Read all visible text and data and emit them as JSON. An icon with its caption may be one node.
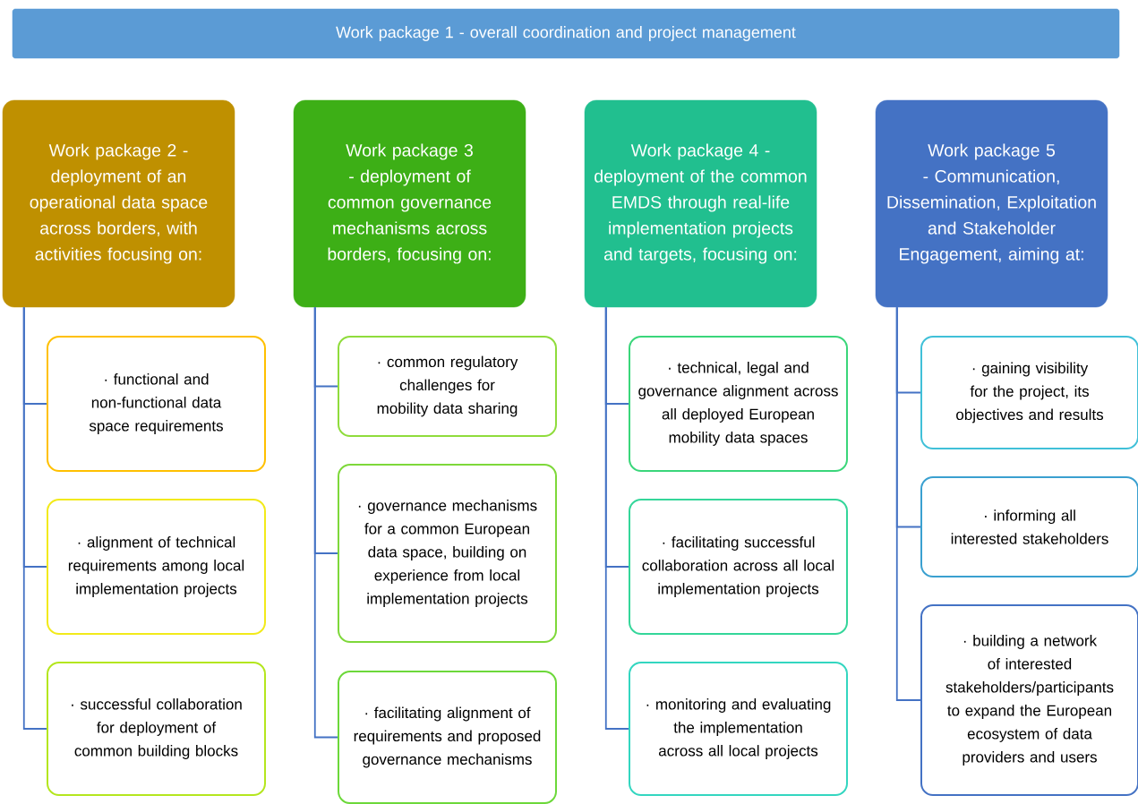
{
  "diagram": {
    "nodes": [
      {
        "text": [
          "Work package 1 - overall coordination and project management"
        ]
      },
      {
        "text": [
          "Work package 2 - deployment of an operational data space across borders, with activities focusing on:"
        ]
      },
      {
        "text": [
          "· functional and non-functional data space requirements"
        ]
      },
      {
        "text": [
          "· alignment of technical requirements among local implementation projects"
        ]
      },
      {
        "text": [
          "· successful collaboration for deployment of common building blocks"
        ]
      },
      {
        "text": [
          "Work package 3 - deployment of common governance mechanisms across borders, focusing on:"
        ]
      },
      {
        "text": [
          "· common regulatory challenges for mobility data sharing"
        ]
      },
      {
        "text": [
          "· governance mechanisms for a common European data space, building on experience from local implementation projects"
        ]
      },
      {
        "text": [
          "· facilitating alignment of requirements and proposed governance mechanisms"
        ]
      },
      {
        "text": [
          "Work package 4 - deployment of the common EMDS through real-life implementation projects and targets, focusing on:"
        ]
      },
      {
        "text": [
          "· technical, legal and governance alignment across all deployed European mobility data spaces"
        ]
      },
      {
        "text": [
          "· facilitating successful collaboration across all local implementation projects"
        ]
      },
      {
        "text": [
          "· monitoring and evaluating the implementation across all local projects"
        ]
      },
      {
        "text": [
          "Work package 5 - Communication, Dissemination, Exploitation and Stakeholder Engagement, aiming at:"
        ]
      },
      {
        "text": [
          "· gaining visibility for the project, its objectives and results"
        ]
      },
      {
        "text": [
          "· informing all interested stakeholders"
        ]
      },
      {
        "text": [
          "· building a network of interested stakeholders/participants to expand the European ecosystem of data providers and users"
        ]
      }
    ],
    "edges": [
      {
        "from": 1,
        "to": 2,
        "arrow": "none"
      },
      {
        "from": 1,
        "to": 3,
        "arrow": "none"
      },
      {
        "from": 1,
        "to": 4,
        "arrow": "none"
      },
      {
        "from": 5,
        "to": 6,
        "arrow": "none"
      },
      {
        "from": 5,
        "to": 7,
        "arrow": "none"
      },
      {
        "from": 5,
        "to": 8,
        "arrow": "none"
      },
      {
        "from": 9,
        "to": 10,
        "arrow": "none"
      },
      {
        "from": 9,
        "to": 11,
        "arrow": "none"
      },
      {
        "from": 9,
        "to": 12,
        "arrow": "none"
      },
      {
        "from": 13,
        "to": 14,
        "arrow": "none"
      },
      {
        "from": 13,
        "to": 15,
        "arrow": "none"
      },
      {
        "from": 13,
        "to": 16,
        "arrow": "none"
      }
    ]
  }
}
